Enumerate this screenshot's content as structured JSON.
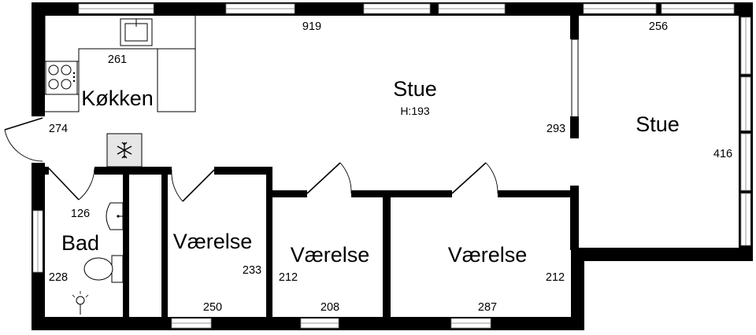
{
  "rooms": {
    "kitchen": "Køkken",
    "living_main": "Stue",
    "living_main_height": "H:193",
    "living_side": "Stue",
    "bath": "Bad",
    "bedroom_1": "Værelse",
    "bedroom_2": "Værelse",
    "bedroom_3": "Værelse"
  },
  "dimensions": {
    "top_main": "919",
    "top_right": "256",
    "kitchen_counter": "261",
    "entry": "274",
    "divider": "293",
    "right_side": "416",
    "bath_width": "126",
    "bath_height": "228",
    "bedroom_1_height": "233",
    "bedroom_1_width": "250",
    "bedroom_2_height": "212",
    "bedroom_2_width": "208",
    "bedroom_3_height": "212",
    "bedroom_3_width": "287"
  }
}
